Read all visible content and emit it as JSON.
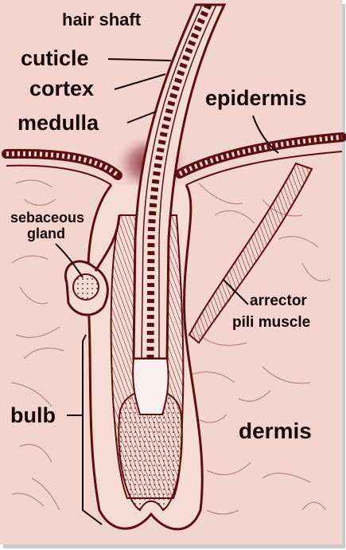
{
  "labels": {
    "hair_shaft": "hair shaft",
    "cuticle": "cuticle",
    "cortex": "cortex",
    "medulla": "medulla",
    "epidermis": "epidermis",
    "sebaceous_line1": "sebaceous",
    "sebaceous_line2": "gland",
    "arrector_line1": "arrector",
    "arrector_line2": "pili muscle",
    "bulb": "bulb",
    "dermis": "dermis"
  },
  "colors": {
    "background": "#f4d4cf",
    "ink": "#5a1010",
    "label_text": "#150707",
    "shaft_core": "#fbeeee"
  }
}
